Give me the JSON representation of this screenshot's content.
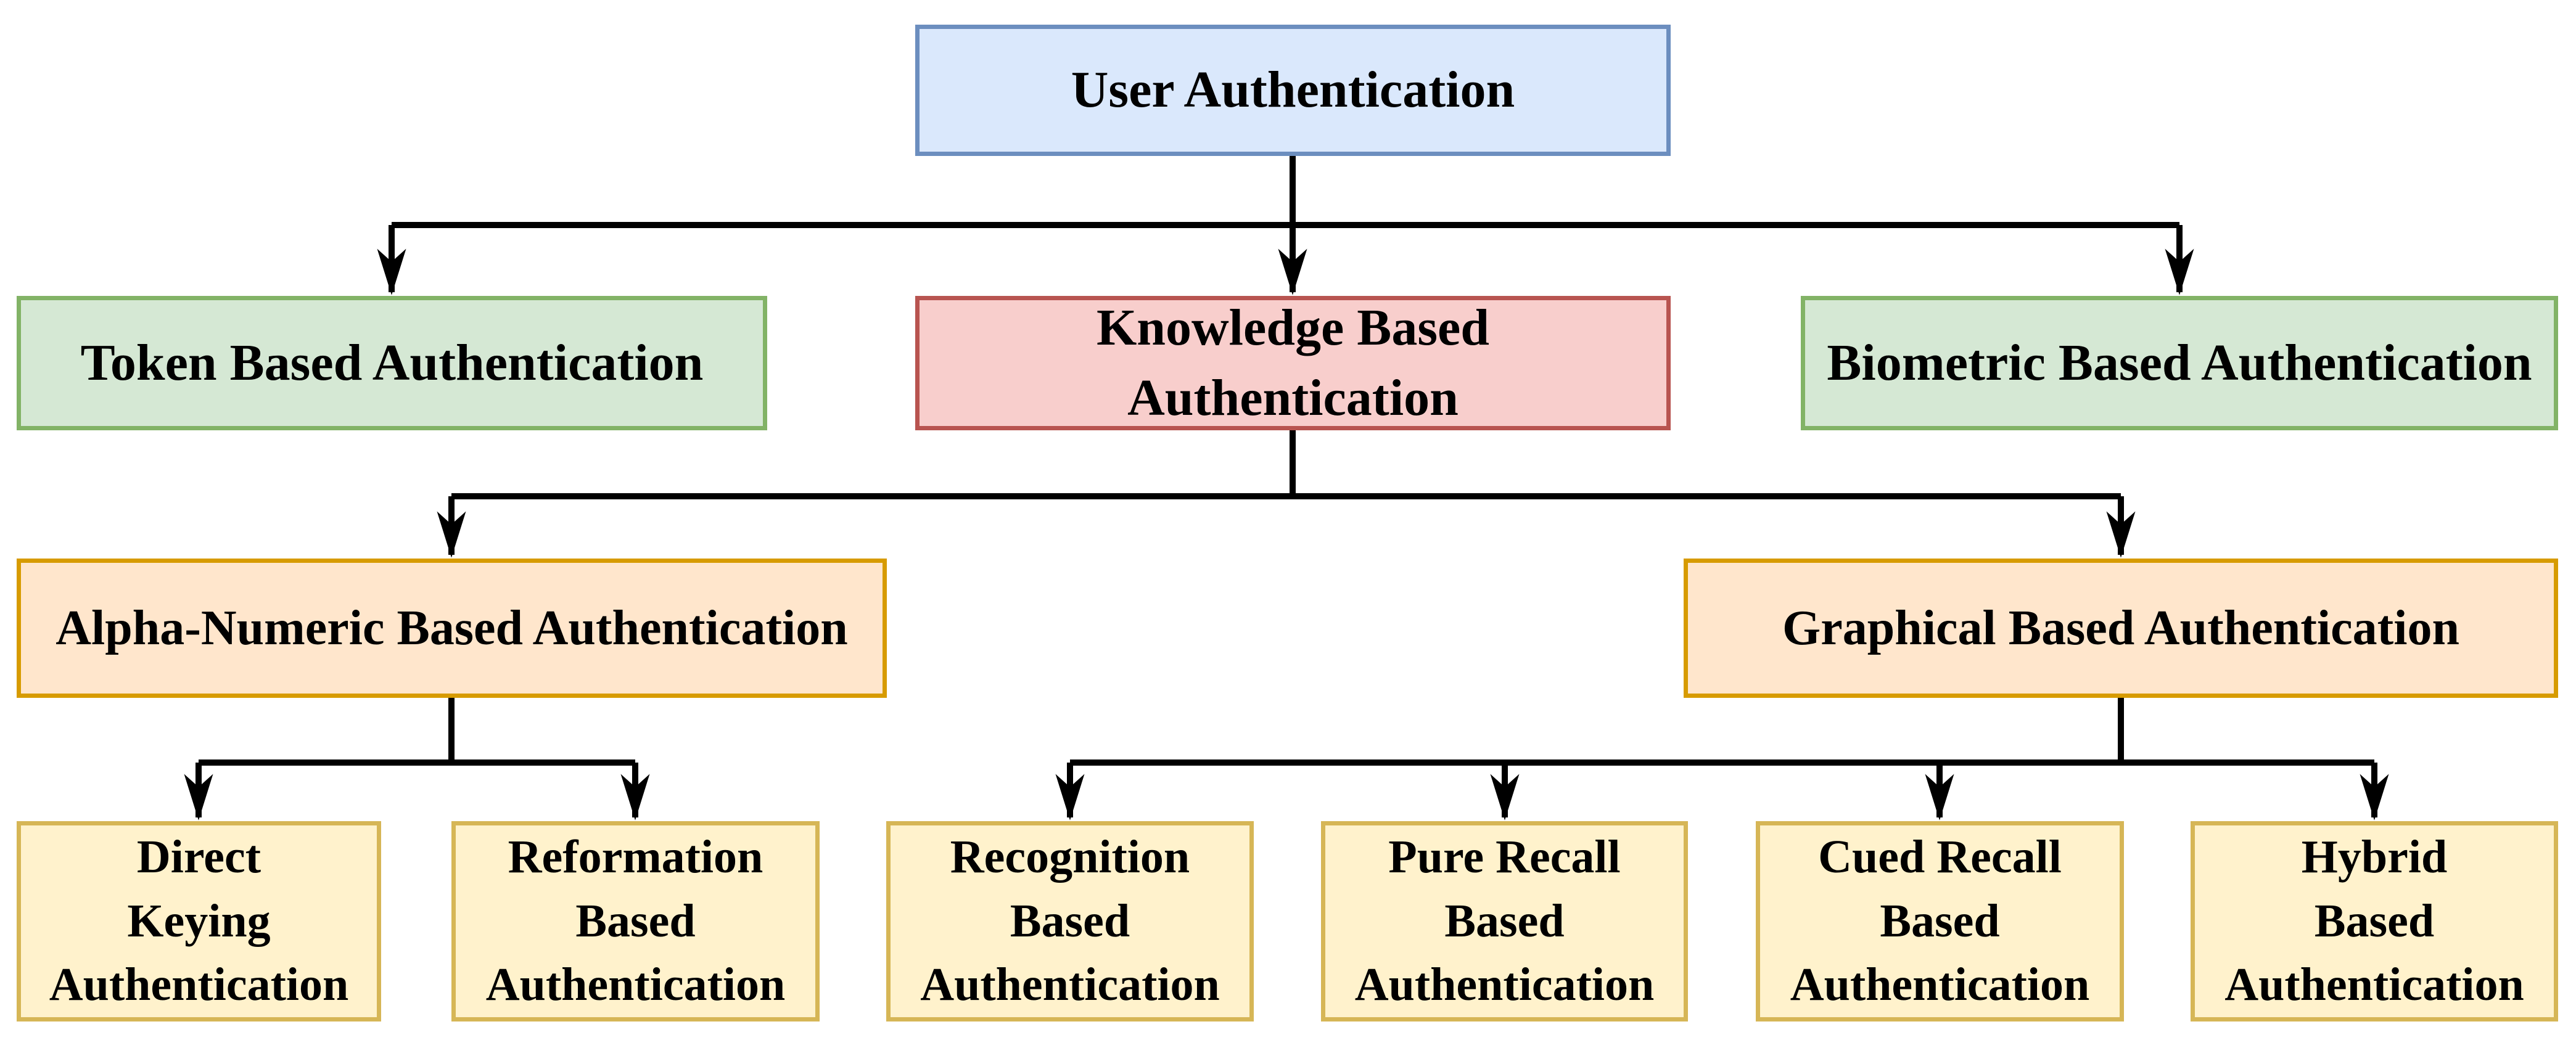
{
  "diagram": {
    "type": "tree-flowchart",
    "topic": "User Authentication taxonomy",
    "background_color": "#ffffff",
    "line_color": "#000000",
    "text_color": "#000000"
  },
  "palette": {
    "blue_fill": "#dae8fc",
    "blue_border": "#6c8ebf",
    "green_fill": "#d5e8d4",
    "green_border": "#82b366",
    "red_fill": "#f8cecc",
    "red_border": "#b85450",
    "orange_fill": "#ffe6cc",
    "orange_border": "#d79b00",
    "yellow_fill": "#fff2cc",
    "yellow_border": "#d6b656"
  },
  "nodes": {
    "user_auth": {
      "label": "User Authentication",
      "fill": "#dae8fc",
      "border": "#6c8ebf",
      "level": 1
    },
    "token": {
      "label": "Token Based Authentication",
      "fill": "#d5e8d4",
      "border": "#82b366",
      "level": 2
    },
    "knowledge": {
      "label": "Knowledge Based Authentication",
      "fill": "#f8cecc",
      "border": "#b85450",
      "level": 2
    },
    "biometric": {
      "label": "Biometric Based Authentication",
      "fill": "#d5e8d4",
      "border": "#82b366",
      "level": 2
    },
    "alphanumeric": {
      "label": "Alpha-Numeric Based Authentication",
      "fill": "#ffe6cc",
      "border": "#d79b00",
      "level": 3
    },
    "graphical": {
      "label": "Graphical Based Authentication",
      "fill": "#ffe6cc",
      "border": "#d79b00",
      "level": 3
    },
    "direct_keying": {
      "label": "Direct\nKeying\nAuthentication",
      "fill": "#fff2cc",
      "border": "#d6b656",
      "level": 4
    },
    "reformation": {
      "label": "Reformation\nBased\nAuthentication",
      "fill": "#fff2cc",
      "border": "#d6b656",
      "level": 4
    },
    "recognition": {
      "label": "Recognition\nBased\nAuthentication",
      "fill": "#fff2cc",
      "border": "#d6b656",
      "level": 4
    },
    "pure_recall": {
      "label": "Pure Recall\nBased\nAuthentication",
      "fill": "#fff2cc",
      "border": "#d6b656",
      "level": 4
    },
    "cued_recall": {
      "label": "Cued Recall\nBased\nAuthentication",
      "fill": "#fff2cc",
      "border": "#d6b656",
      "level": 4
    },
    "hybrid": {
      "label": "Hybrid\nBased\nAuthentication",
      "fill": "#fff2cc",
      "border": "#d6b656",
      "level": 4
    }
  },
  "edges": [
    {
      "from": "user_auth",
      "to": "token"
    },
    {
      "from": "user_auth",
      "to": "knowledge"
    },
    {
      "from": "user_auth",
      "to": "biometric"
    },
    {
      "from": "knowledge",
      "to": "alphanumeric"
    },
    {
      "from": "knowledge",
      "to": "graphical"
    },
    {
      "from": "alphanumeric",
      "to": "direct_keying"
    },
    {
      "from": "alphanumeric",
      "to": "reformation"
    },
    {
      "from": "graphical",
      "to": "recognition"
    },
    {
      "from": "graphical",
      "to": "pure_recall"
    },
    {
      "from": "graphical",
      "to": "cued_recall"
    },
    {
      "from": "graphical",
      "to": "hybrid"
    }
  ]
}
